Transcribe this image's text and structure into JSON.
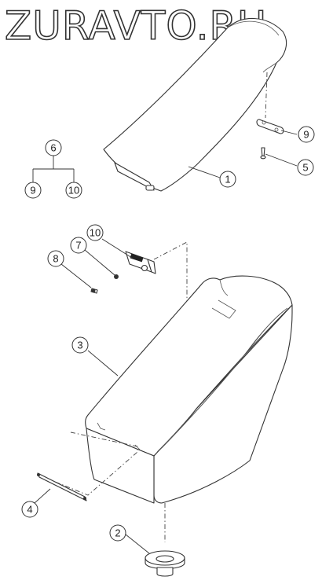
{
  "watermark": "ZURAVTO.RU",
  "callouts": {
    "c1": "1",
    "c2": "2",
    "c3": "3",
    "c4": "4",
    "c5": "5",
    "c6": "6",
    "c7": "7",
    "c8": "8",
    "c9a": "9",
    "c9b": "9",
    "c10a": "10",
    "c10b": "10"
  }
}
